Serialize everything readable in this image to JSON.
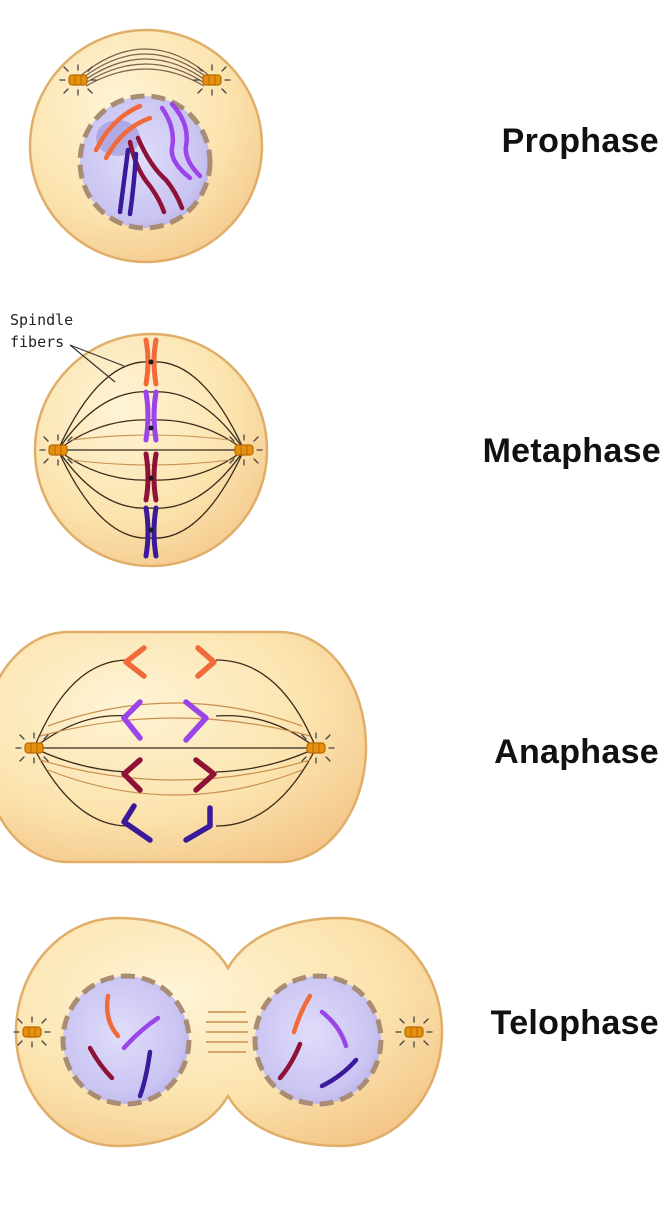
{
  "phases": [
    {
      "id": "prophase",
      "label": "Prophase"
    },
    {
      "id": "metaphase",
      "label": "Metaphase"
    },
    {
      "id": "anaphase",
      "label": "Anaphase"
    },
    {
      "id": "telophase",
      "label": "Telophase"
    }
  ],
  "annotation": {
    "line1": "Spindle",
    "line2": "fibers"
  },
  "colors": {
    "cytoplasm": "#fbe6b0",
    "cytoplasm_shade": "#f5c98a",
    "membrane": "#e0b06a",
    "nucleus": "#c9c4f2",
    "nuclear_envelope": "#a88f7a",
    "centrosome": "#e08a10",
    "spindle": "#3a2a1a",
    "chromosome_orange": "#f06a3a",
    "chromosome_violet": "#9b45e8",
    "chromosome_maroon": "#8e1238",
    "chromosome_indigo": "#3a1a9a"
  }
}
